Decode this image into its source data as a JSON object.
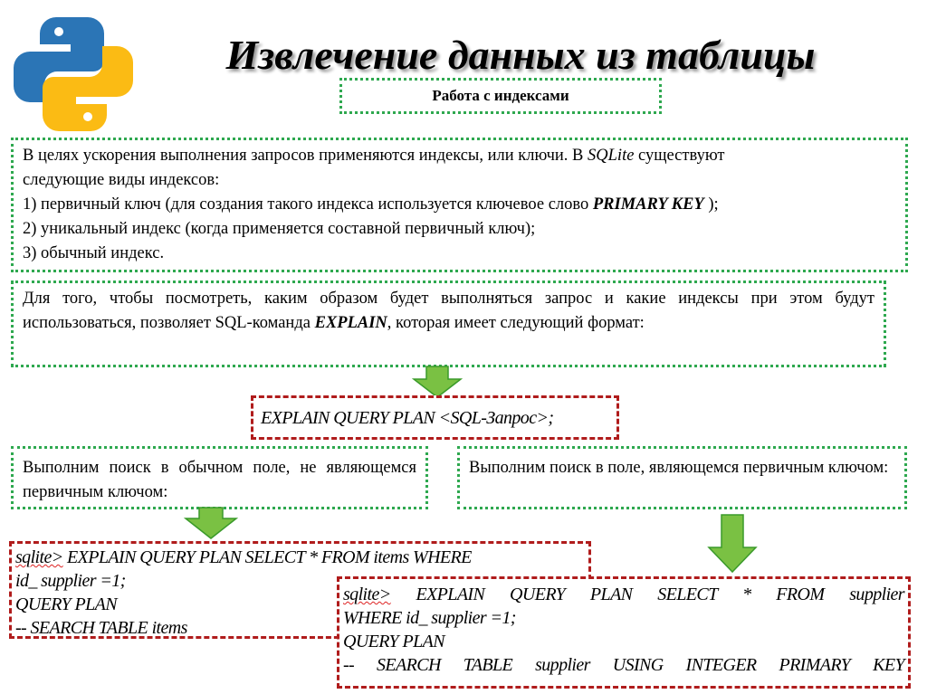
{
  "slide": {
    "title": "Извлечение данных из таблицы",
    "subtitle": "Работа с индексами",
    "intro": {
      "line1": "В целях ускорения выполнения запросов применяются индексы, или ключи. В ",
      "line1_em": "SQLite",
      "line1_end": " существуют",
      "line2": "следующие виды индексов:",
      "item1": "1) первичный ключ (для создания такого индекса используется ключевое слово ",
      "item1_em": "PRIMARY KEY",
      "item1_end": " );",
      "item2": "2) уникальный индекс (когда применяется составной первичный ключ);",
      "item3": "3) обычный индекс."
    },
    "explain": {
      "text": "Для того, чтобы посмотреть, каким образом будет выполняться запрос и какие индексы при этом будут использоваться, позволяет SQL-команда ",
      "em": "EXPLAIN",
      "text_end": ", которая имеет следующий формат:"
    },
    "format": "EXPLAIN QUERY PLAN <SQL-Запрос>;",
    "left_case": "Выполним поиск в обычном поле, не являющемся первичным ключом:",
    "right_case": "Выполним поиск в поле, являющемся первичным ключом:",
    "left_code": {
      "prompt": "sqlite>",
      "line1": " EXPLAIN QUERY PLAN SELECT * FROM items WHERE",
      "line2": "id_ supplier =1;",
      "line3": "QUERY PLAN",
      "line4": "-- SEARCH TABLE items"
    },
    "right_code": {
      "prompt": "sqlite>",
      "line1": " EXPLAIN QUERY PLAN SELECT * FROM supplier",
      "line2": "WHERE id_ supplier =1;",
      "line3": "QUERY PLAN",
      "line4": "-- SEARCH TABLE supplier USING INTEGER PRIMARY KEY"
    }
  },
  "colors": {
    "green": "#2ea84f",
    "red": "#b01c1c",
    "arrow": "#7ac143",
    "python_blue": "#2b75b6",
    "python_yellow": "#fbbb14"
  }
}
